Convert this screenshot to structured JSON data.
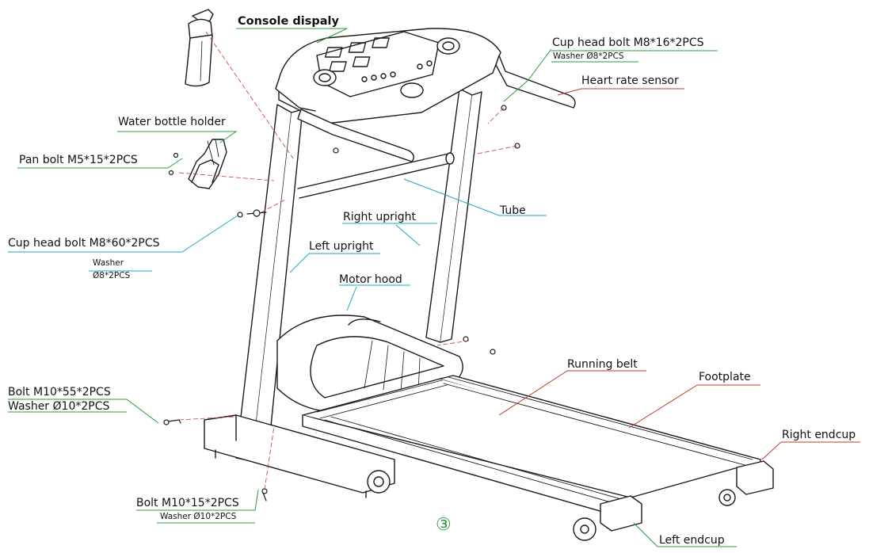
{
  "labels": {
    "console_display": "Console dispaly",
    "cup_head_bolt_m8_16": "Cup head bolt M8*16*2PCS",
    "washer_m8_top": "Washer Ø8*2PCS",
    "heart_rate_sensor": "Heart rate sensor",
    "water_bottle_holder": "Water bottle holder",
    "pan_bolt": "Pan bolt M5*15*2PCS",
    "tube": "Tube",
    "right_upright": "Right upright",
    "cup_head_bolt_m8_60": "Cup head bolt M8*60*2PCS",
    "washer_line1": "Washer",
    "washer_line2": "Ø8*2PCS",
    "left_upright": "Left upright",
    "motor_hood": "Motor hood",
    "running_belt": "Running belt",
    "footplate": "Footplate",
    "bolt_m10_55": "Bolt M10*55*2PCS",
    "washer_m10_55": "Washer Ø10*2PCS",
    "right_endcup": "Right endcup",
    "bolt_m10_15": "Bolt M10*15*2PCS",
    "washer_m10_15": "Washer Ø10*2PCS",
    "left_endcup": "Left endcup",
    "step_number": "③"
  },
  "colors": {
    "leader_green": "#2e9b3b",
    "leader_cyan": "#22a9c9",
    "leader_red": "#c0392b",
    "line_dark": "#1a1a1a"
  }
}
